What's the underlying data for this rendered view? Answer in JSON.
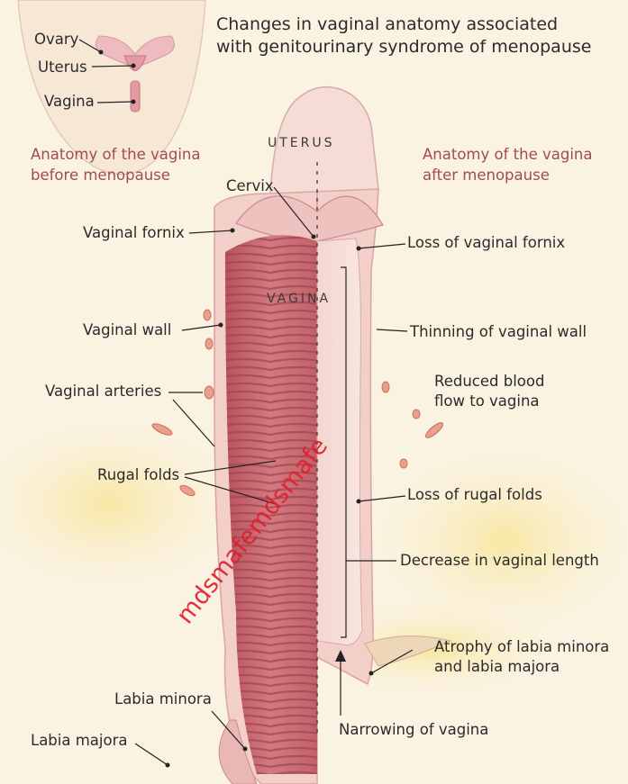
{
  "title": {
    "line1": "Changes in vaginal anatomy associated",
    "line2": "with genitourinary syndrome of menopause"
  },
  "inset": {
    "ovary": "Ovary",
    "uterus": "Uterus",
    "vagina": "Vagina"
  },
  "sections": {
    "before_line1": "Anatomy of the vagina",
    "before_line2": "before menopause",
    "after_line1": "Anatomy of the vagina",
    "after_line2": "after menopause"
  },
  "region_labels": {
    "uterus": "UTERUS",
    "vagina": "VAGINA",
    "cervix": "Cervix"
  },
  "left_labels": {
    "vaginal_fornix": "Vaginal fornix",
    "vaginal_wall": "Vaginal wall",
    "vaginal_arteries": "Vaginal arteries",
    "rugal_folds": "Rugal folds",
    "labia_minora": "Labia minora",
    "labia_majora": "Labia majora"
  },
  "right_labels": {
    "loss_fornix": "Loss of vaginal fornix",
    "thinning_wall": "Thinning of vaginal wall",
    "reduced_blood_line1": "Reduced blood",
    "reduced_blood_line2": "flow to vagina",
    "loss_rugal": "Loss of rugal folds",
    "decrease_length": "Decrease in vaginal length",
    "atrophy_line1": "Atrophy of labia minora",
    "atrophy_line2": "and labia majora",
    "narrowing": "Narrowing of vagina"
  },
  "watermark": "mdsmafemdsmafe",
  "colors": {
    "background": "#fbf3e2",
    "tissue_light": "#f6dfd6",
    "tissue_pink": "#e7a3a5",
    "lumen_before": "#c8646e",
    "rugae": "#a84a55",
    "section_text": "#a34a55",
    "watermark": "#e0202e"
  }
}
